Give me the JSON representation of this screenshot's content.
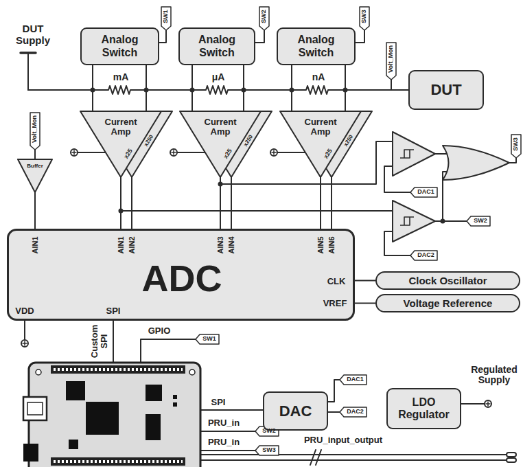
{
  "diagram": {
    "nodes": [
      {
        "text": [
          "Analog Switch"
        ]
      },
      {
        "text": [
          "Analog Switch"
        ]
      },
      {
        "text": [
          "Analog Switch"
        ]
      },
      {
        "text": [
          "DUT"
        ]
      },
      {
        "text": [
          "Current Amp",
          "x25",
          "x250"
        ]
      },
      {
        "text": [
          "Current Amp",
          "x25",
          "x250"
        ]
      },
      {
        "text": [
          "Current Amp",
          "x25",
          "x250"
        ]
      },
      {
        "text": [
          "Buffer"
        ]
      },
      {
        "text": [
          "ADC",
          "AIN1",
          "AIN1",
          "AIN2",
          "AIN3",
          "AIN4",
          "AIN5",
          "AIN6",
          "CLK",
          "VREF",
          "VDD",
          "SPI"
        ]
      },
      {
        "text": [
          "Clock Oscillator"
        ]
      },
      {
        "text": [
          "Voltage Reference"
        ]
      },
      {
        "text": [
          "DAC"
        ]
      },
      {
        "text": [
          "LDO Regulator"
        ]
      }
    ],
    "edges": [
      {
        "from": 0,
        "to": 4,
        "arrow": "none"
      },
      {
        "from": 0,
        "to": 4,
        "arrow": "none"
      },
      {
        "from": 1,
        "to": 5,
        "arrow": "none"
      },
      {
        "from": 1,
        "to": 5,
        "arrow": "none"
      },
      {
        "from": 2,
        "to": 6,
        "arrow": "none"
      },
      {
        "from": 2,
        "to": 6,
        "arrow": "none"
      },
      {
        "from": 7,
        "to": 8,
        "arrow": "none"
      },
      {
        "from": 4,
        "to": 8,
        "arrow": "none"
      },
      {
        "from": 4,
        "to": 8,
        "arrow": "none"
      },
      {
        "from": 5,
        "to": 8,
        "arrow": "none"
      },
      {
        "from": 5,
        "to": 8,
        "arrow": "none"
      },
      {
        "from": 6,
        "to": 8,
        "arrow": "none"
      },
      {
        "from": 6,
        "to": 8,
        "arrow": "none"
      },
      {
        "from": 8,
        "to": 9,
        "arrow": "none"
      },
      {
        "from": 8,
        "to": 10,
        "arrow": "none"
      }
    ],
    "labels": [
      "DUT Supply",
      "SW1",
      "mA",
      "SW2",
      "μA",
      "SW3",
      "nA",
      "Volt_Mon",
      "Volt_Mon",
      "SW3",
      "DAC1",
      "SW2",
      "DAC2",
      "Custom SPI",
      "GPIO",
      "SW1",
      "SPI",
      "DAC1",
      "DAC2",
      "Regulated Supply",
      "PRU_in",
      "SW2",
      "PRU_in",
      "SW3",
      "PRU_input_output"
    ]
  }
}
